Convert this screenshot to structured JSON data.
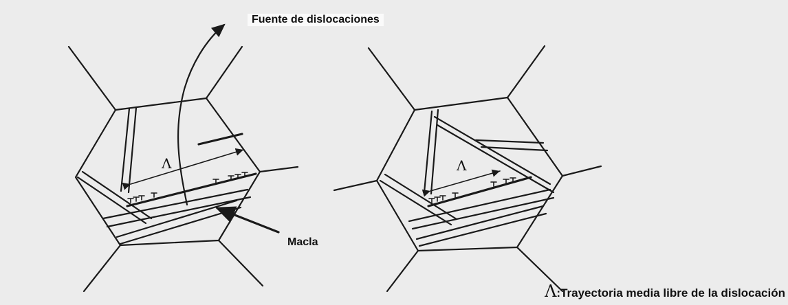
{
  "labels": {
    "source": "Fuente de dislocaciones",
    "twin": "Macla",
    "lambda_left": "Λ",
    "lambda_right": "Λ"
  },
  "legend": {
    "symbol": "Λ",
    "text": ":Trayectoria media libre de la dislocación"
  },
  "colors": {
    "background": "#ececec",
    "ink": "#1a1a1a"
  }
}
